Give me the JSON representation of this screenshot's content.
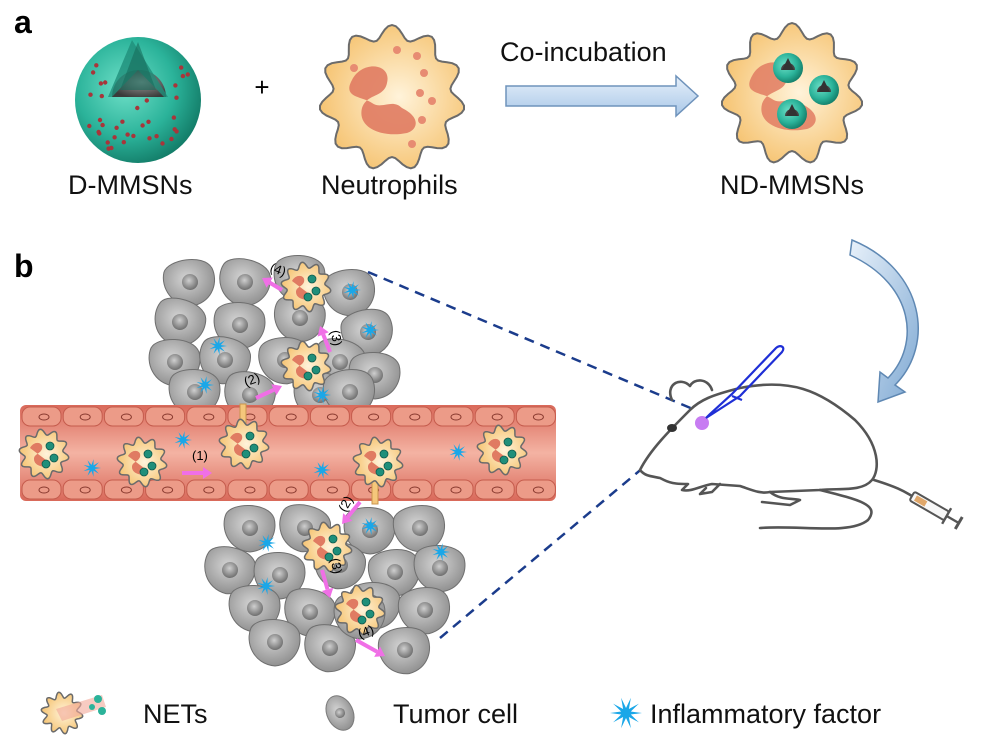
{
  "figure": {
    "panel_a": {
      "letter": "a",
      "items": [
        {
          "label": "D-MMSNs",
          "icon": "mesoporous-silica-nanoparticle"
        },
        {
          "label": "Neutrophils",
          "icon": "neutrophil-cell"
        },
        {
          "label": "ND-MMSNs",
          "icon": "neutrophil-loaded-nanoparticles"
        }
      ],
      "plus_sign": "+",
      "process_label": "Co-incubation",
      "process_arrow": "right-arrow"
    },
    "panel_b": {
      "letter": "b",
      "steps": [
        "(1)",
        "(2)",
        "(3)",
        "(4)",
        "(2)",
        "(3)",
        "(4)"
      ],
      "components": [
        "blood-vessel",
        "tumor-cell-cluster-top",
        "tumor-cell-cluster-bottom",
        "mouse",
        "syringe",
        "scalpel",
        "curved-arrow"
      ]
    },
    "legend": [
      {
        "label": "NETs",
        "icon": "nets-icon"
      },
      {
        "label": "Tumor cell",
        "icon": "tumor-cell-icon"
      },
      {
        "label": "Inflammatory factor",
        "icon": "inflammatory-factor-icon"
      }
    ],
    "colors": {
      "nanoparticle": "#2bb39a",
      "neutrophil_fill": "#f7c873",
      "nucleus": "#e07b62",
      "vessel": "#e58a76",
      "tumor_cell": "#a9a9a9",
      "inflammatory": "#1aa7e8",
      "pink_arrow": "#f06fe6",
      "dash_line": "#1b3c8c",
      "arrow_blue": "#b9d4ee"
    }
  }
}
